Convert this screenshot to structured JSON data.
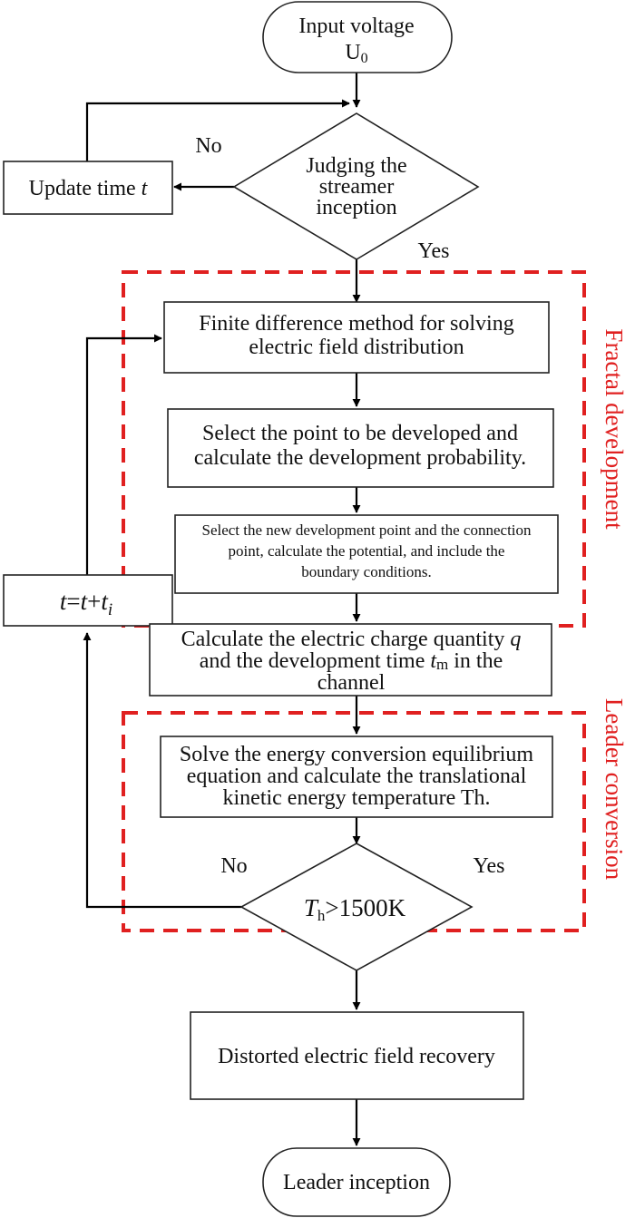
{
  "nodes": {
    "start": {
      "line1": "Input voltage",
      "line2": "U",
      "line2_sub": "0"
    },
    "judge": {
      "line1": "Judging the",
      "line2": "streamer",
      "line3": "inception"
    },
    "update_time": {
      "text": "Update time ",
      "var": "t"
    },
    "finite_diff": {
      "line1": "Finite difference method for solving",
      "line2": "electric field distribution"
    },
    "select_point": {
      "line1": "Select the point to be developed and",
      "line2": "calculate the development probability."
    },
    "new_point": {
      "line1": "Select the new development point and the connection",
      "line2": "point, calculate the potential, and include the",
      "line3": "boundary conditions."
    },
    "time_update": {
      "t": "t",
      "eq": "=",
      "t2": "t",
      "plus": "+",
      "ti": "t",
      "ti_sub": "i"
    },
    "charge": {
      "line1a": "Calculate the electric charge quantity ",
      "line1_var": "q",
      "line2a": "and the development time ",
      "line2_var": "t",
      "line2_sub": "m",
      "line2b": " in the",
      "line3": "channel"
    },
    "energy": {
      "line1": "Solve the energy conversion equilibrium",
      "line2": "equation and calculate the translational",
      "line3": "kinetic energy temperature Th."
    },
    "threshold": {
      "var": "T",
      "sub": "h",
      "rest": ">1500K"
    },
    "recovery": {
      "text": "Distorted electric field recovery"
    },
    "end": {
      "text": "Leader inception"
    }
  },
  "labels": {
    "no_top": "No",
    "yes_top": "Yes",
    "no_bottom": "No",
    "yes_bottom": "Yes"
  },
  "regions": {
    "fractal": "Fractal development",
    "leader": "Leader conversion"
  },
  "colors": {
    "dashed_region": "#e02020",
    "line": "#000000"
  }
}
